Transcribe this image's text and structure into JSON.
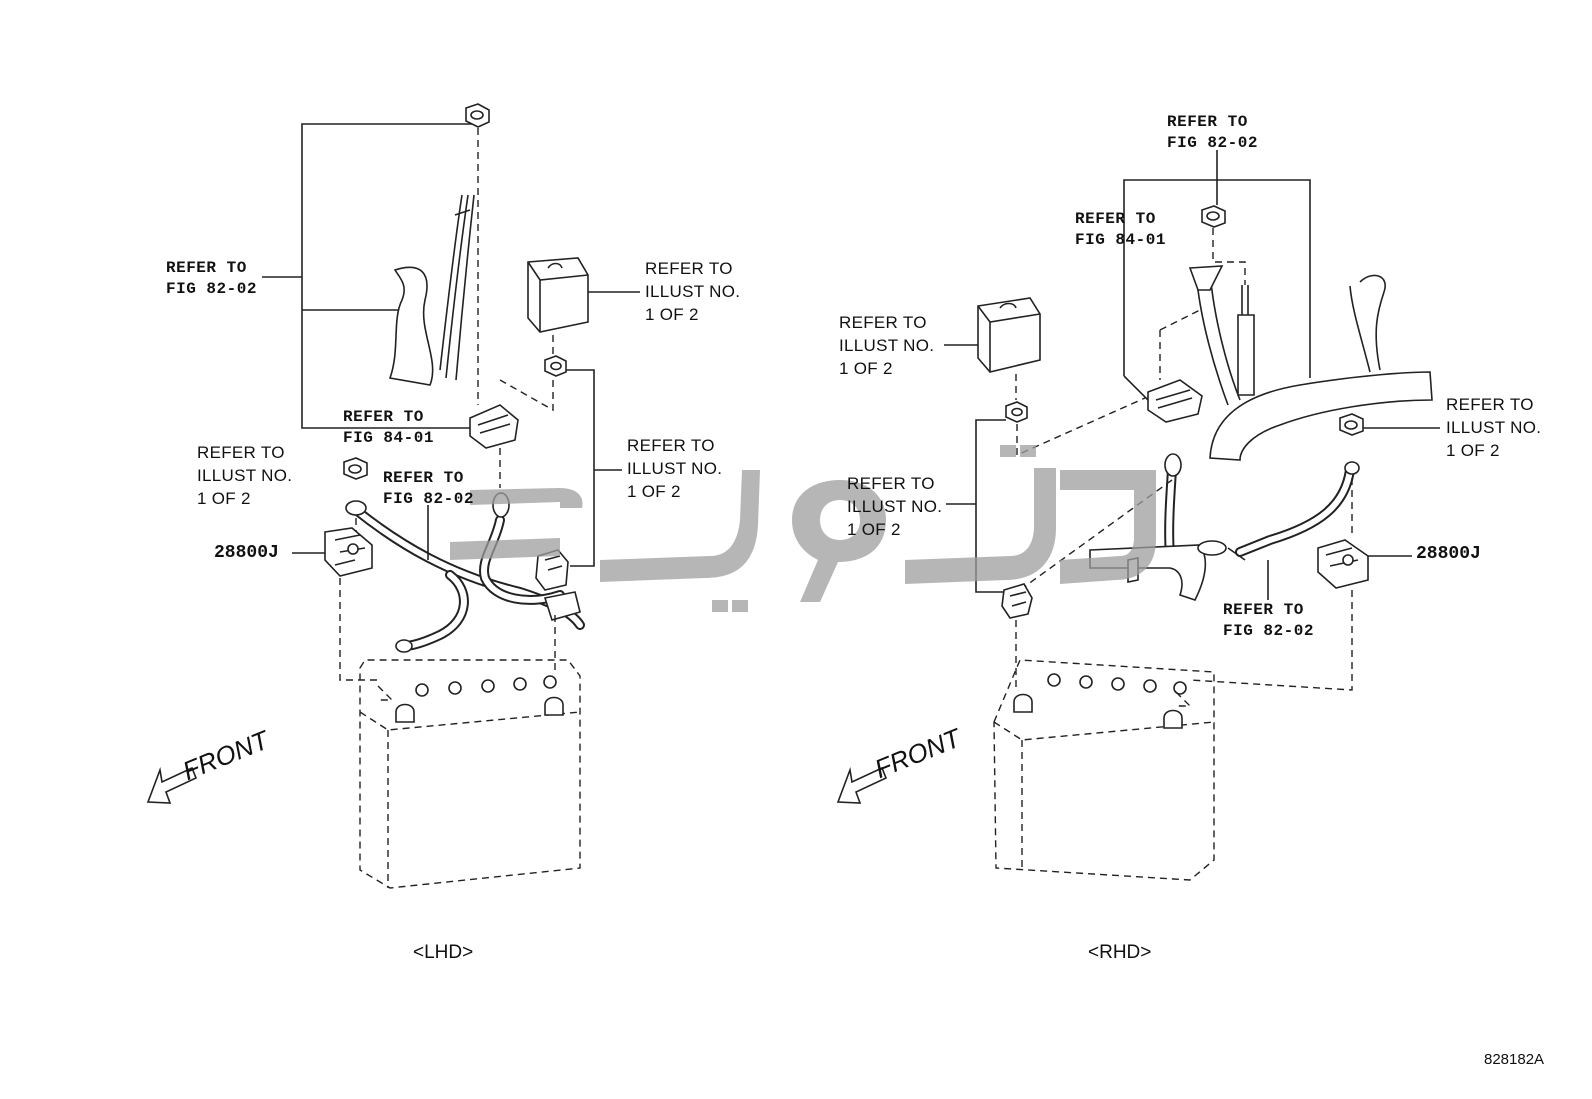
{
  "lhd": {
    "caption": "<LHD>",
    "front": "FRONT",
    "labels": {
      "refer_fig_82_02_top": [
        "REFER TO",
        "FIG 82-02"
      ],
      "refer_illust_cover": [
        "REFER TO",
        "ILLUST NO.",
        "1 OF 2"
      ],
      "refer_fig_84_01": [
        "REFER TO",
        "FIG 84-01"
      ],
      "refer_illust_nut_left": [
        "REFER TO",
        "ILLUST NO.",
        "1 OF 2"
      ],
      "refer_fig_82_02_cable": [
        "REFER TO",
        "FIG 82-02"
      ],
      "refer_illust_clamp": [
        "REFER TO",
        "ILLUST NO.",
        "1 OF 2"
      ]
    },
    "part_number": "28800J"
  },
  "rhd": {
    "caption": "<RHD>",
    "front": "FRONT",
    "labels": {
      "refer_fig_82_02_top": [
        "REFER TO",
        "FIG 82-02"
      ],
      "refer_fig_84_01": [
        "REFER TO",
        "FIG 84-01"
      ],
      "refer_illust_cover": [
        "REFER TO",
        "ILLUST NO.",
        "1 OF 2"
      ],
      "refer_illust_clamp": [
        "REFER TO",
        "ILLUST NO.",
        "1 OF 2"
      ],
      "refer_illust_nut_right": [
        "REFER TO",
        "ILLUST NO.",
        "1 OF 2"
      ],
      "refer_fig_82_02_cable": [
        "REFER TO",
        "FIG 82-02"
      ]
    },
    "part_number": "28800J"
  },
  "illustration_id": "828182A",
  "colors": {
    "ink": "#222222",
    "watermark": "#9e9e9e",
    "background": "#ffffff"
  }
}
